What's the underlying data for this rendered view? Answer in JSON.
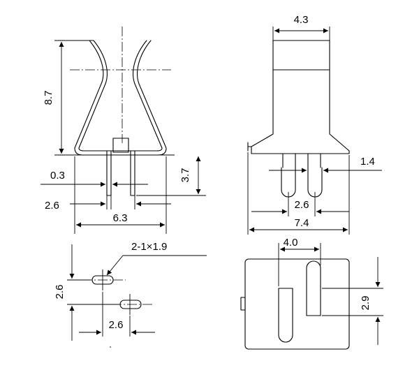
{
  "side_view": {
    "height_label": "8.7",
    "pin_height_label": "3.7",
    "pin_thickness_label": "0.3",
    "pin_spacing_label": "2.6",
    "base_width_label": "6.3"
  },
  "front_view": {
    "top_width_label": "4.3",
    "pin_width_label": "1.4",
    "pin_spacing_label": "2.6",
    "base_width_label": "7.4"
  },
  "hole_pattern": {
    "hole_callout_label": "2-1×1.9",
    "vertical_spacing_label": "2.6",
    "horizontal_spacing_label": "2.6"
  },
  "bottom_view": {
    "width_label": "4.0",
    "height_label": "2.9"
  }
}
